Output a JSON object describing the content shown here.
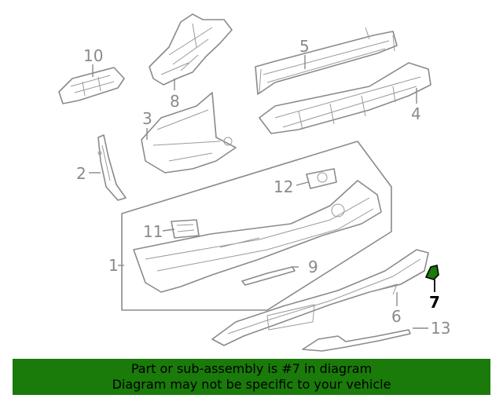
{
  "diagram": {
    "callouts": [
      "1",
      "2",
      "3",
      "4",
      "5",
      "6",
      "7",
      "8",
      "9",
      "10",
      "11",
      "12",
      "13"
    ],
    "highlighted_part": "7",
    "colors": {
      "line": "#8a8a8a",
      "highlight": "#000000",
      "highlight_fill": "#1a7a0a"
    }
  },
  "banner": {
    "line1": "Part or sub-assembly is #7 in diagram",
    "line2": "Diagram may not be specific to your vehicle",
    "background": "#1a7a0a"
  }
}
